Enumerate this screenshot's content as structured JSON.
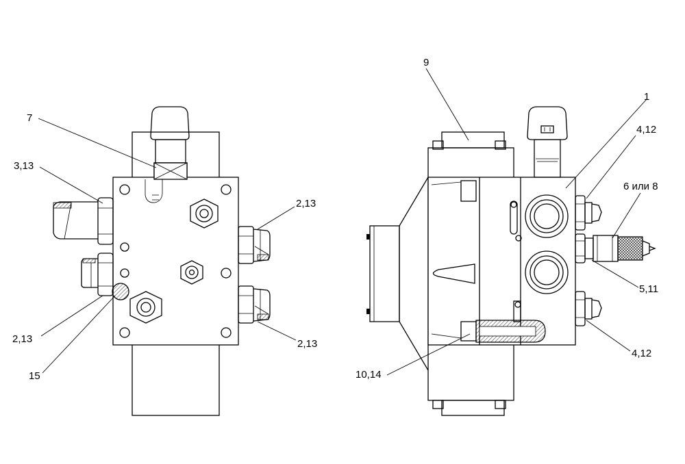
{
  "callouts": {
    "left_7": "7",
    "left_3_13": "3,13",
    "left_2_13_top": "2,13",
    "left_2_13_bottom_left": "2,13",
    "left_2_13_bottom_right": "2,13",
    "left_15": "15",
    "right_9": "9",
    "right_1": "1",
    "right_4_12_top": "4,12",
    "right_6_8": "6 или 8",
    "right_5_11": "5,11",
    "right_4_12_bottom": "4,12",
    "right_10_14": "10,14"
  }
}
